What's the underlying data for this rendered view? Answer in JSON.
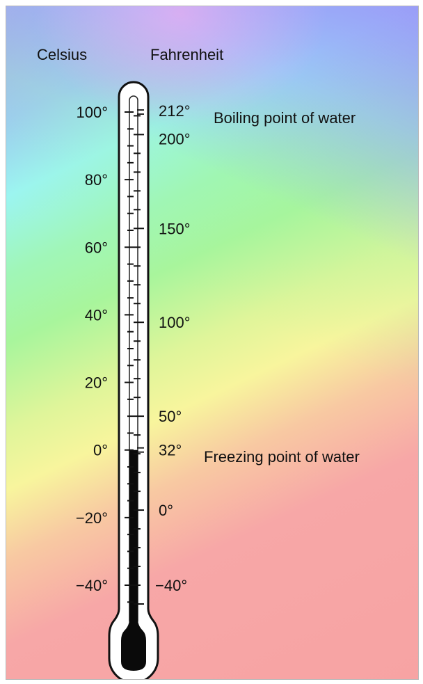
{
  "headers": {
    "celsius": "Celsius",
    "fahrenheit": "Fahrenheit"
  },
  "celsius_labels": [
    {
      "text": "100°",
      "value": 100
    },
    {
      "text": "80°",
      "value": 80
    },
    {
      "text": "60°",
      "value": 60
    },
    {
      "text": "40°",
      "value": 40
    },
    {
      "text": "20°",
      "value": 20
    },
    {
      "text": "0°",
      "value": 0
    },
    {
      "text": "−20°",
      "value": -20
    },
    {
      "text": "−40°",
      "value": -40
    }
  ],
  "fahrenheit_labels": [
    {
      "text": "212°",
      "value": 212
    },
    {
      "text": "200°",
      "value": 200
    },
    {
      "text": "150°",
      "value": 150
    },
    {
      "text": "100°",
      "value": 100
    },
    {
      "text": "50°",
      "value": 50
    },
    {
      "text": "32°",
      "value": 32
    },
    {
      "text": "0°",
      "value": 0
    },
    {
      "text": "−40°",
      "value": -40
    }
  ],
  "annotations": {
    "boiling": "Boiling point of water",
    "freezing": "Freezing point of water"
  },
  "mercury_level_celsius": 0,
  "colors": {
    "mercury": "#0a0a0a",
    "tube_outline": "#111111",
    "tube_fill": "#ffffff"
  }
}
